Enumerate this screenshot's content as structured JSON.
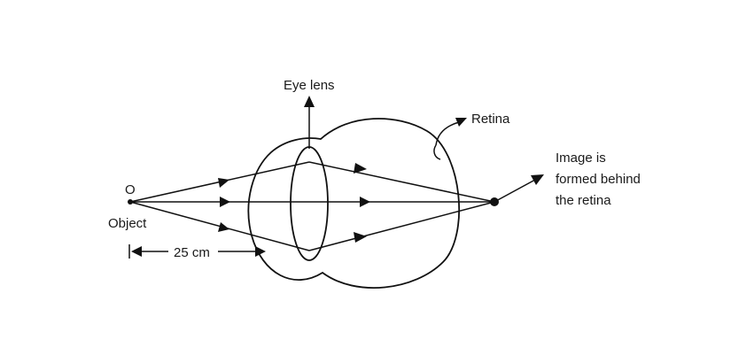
{
  "labels": {
    "eye_lens": "Eye lens",
    "retina": "Retina",
    "object_point": "O",
    "object": "Object",
    "distance": "25 cm",
    "image_line1": "Image is",
    "image_line2": "formed behind",
    "image_line3": "the retina"
  },
  "colors": {
    "ink": "#111111",
    "background": "#ffffff"
  }
}
